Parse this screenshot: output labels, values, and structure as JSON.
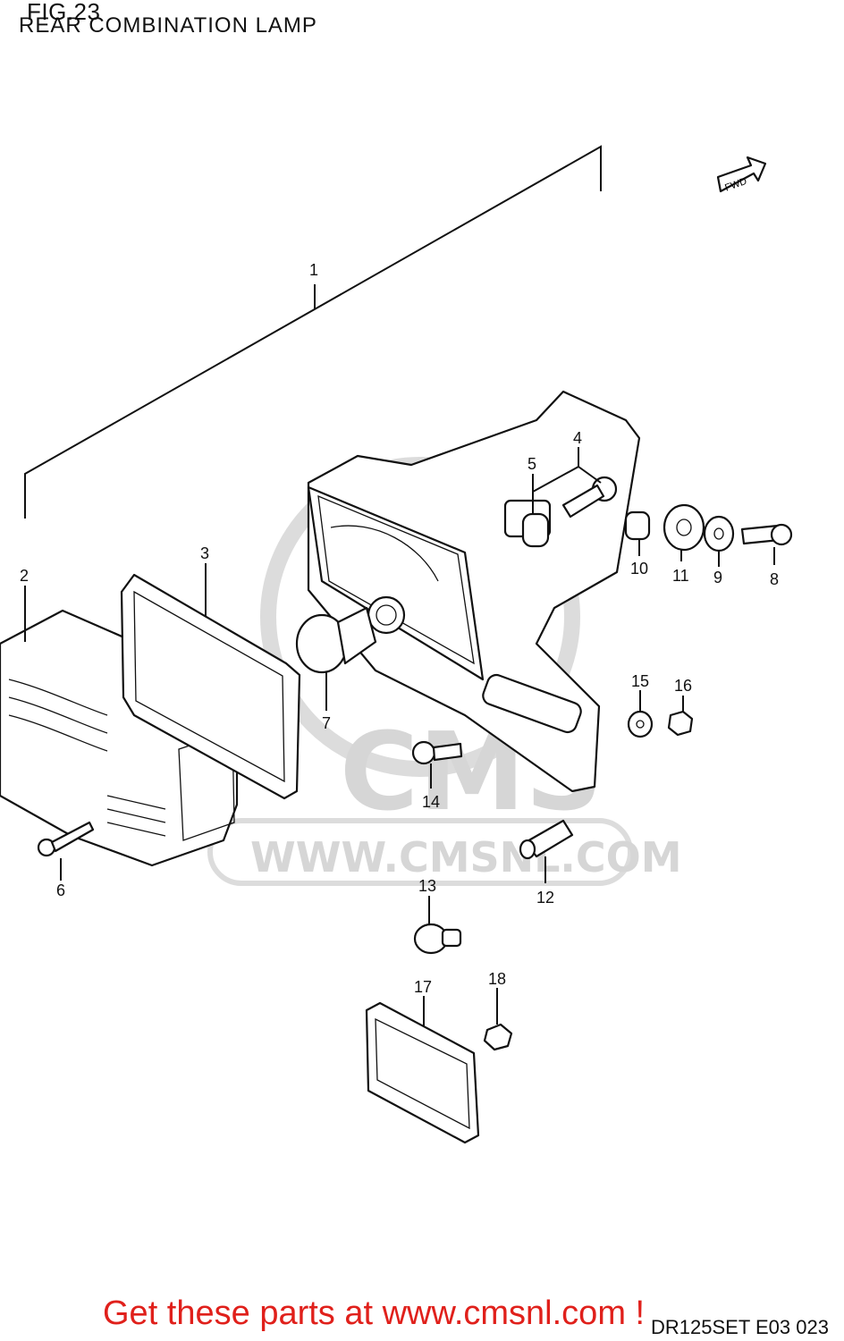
{
  "figure": {
    "label": "FIG.23",
    "title": "REAR COMBINATION LAMP",
    "code": "DR125SET E03  023",
    "watermark": {
      "brand": "CMS",
      "url": "WWW.CMSNL.COM"
    },
    "fwd_arrow": "FWD"
  },
  "callouts": [
    {
      "id": "1",
      "label": "1"
    },
    {
      "id": "2",
      "label": "2"
    },
    {
      "id": "3",
      "label": "3"
    },
    {
      "id": "4",
      "label": "4"
    },
    {
      "id": "5",
      "label": "5"
    },
    {
      "id": "6",
      "label": "6"
    },
    {
      "id": "7",
      "label": "7"
    },
    {
      "id": "8",
      "label": "8"
    },
    {
      "id": "9",
      "label": "9"
    },
    {
      "id": "10",
      "label": "10"
    },
    {
      "id": "11",
      "label": "11"
    },
    {
      "id": "12",
      "label": "12"
    },
    {
      "id": "13",
      "label": "13"
    },
    {
      "id": "14",
      "label": "14"
    },
    {
      "id": "15",
      "label": "15"
    },
    {
      "id": "16",
      "label": "16"
    },
    {
      "id": "17",
      "label": "17"
    },
    {
      "id": "18",
      "label": "18"
    }
  ],
  "footer": {
    "cta_text": "Get these parts at www.cmsnl.com !",
    "cta_color": "#e0201b"
  }
}
